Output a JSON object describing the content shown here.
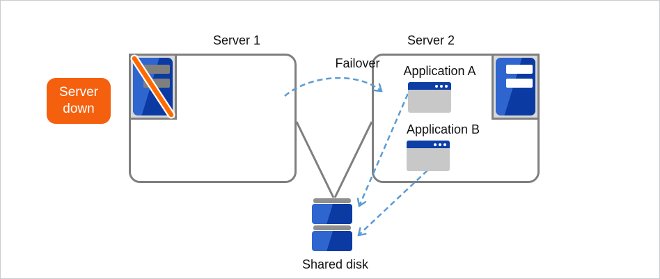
{
  "badge": {
    "line1": "Server",
    "line2": "down"
  },
  "groups": {
    "server1": {
      "label": "Server 1"
    },
    "server2": {
      "label": "Server 2"
    }
  },
  "failover_label": "Failover",
  "applications": [
    {
      "label": "Application A"
    },
    {
      "label": "Application B"
    }
  ],
  "shared_disk_label": "Shared disk",
  "icons": {
    "server1": "server-down-icon",
    "server2": "server-icon",
    "application": "app-window-icon",
    "disk": "shared-disk-icon"
  },
  "colors": {
    "accent_orange": "#f4600e",
    "slash_orange": "#ff6a00",
    "arrow_blue": "#5b9bd5",
    "server_blue_dark": "#0c3aa3",
    "server_blue_light": "#2f65cf",
    "box_border_gray": "#7f7f7f",
    "icon_frame_bg": "#d9d9d9",
    "window_titlebar_blue": "#0d3fa6",
    "window_body_gray": "#c8c8c8",
    "disk_cap_gray": "#8f8f8f"
  }
}
